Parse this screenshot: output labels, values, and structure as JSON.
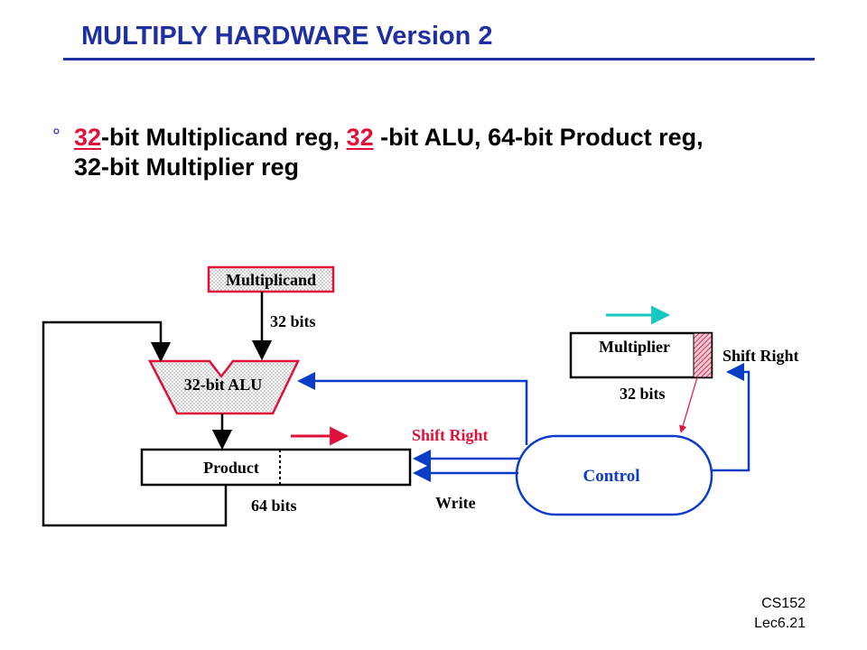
{
  "slide": {
    "title": "MULTIPLY HARDWARE Version 2",
    "bullet_symbol": "°",
    "bullet": {
      "part1": "32",
      "part2": "-bit Multiplicand reg, ",
      "part3": "32",
      "part4": " -bit ALU, 64-bit Product reg,",
      "line2": "32-bit Multiplier reg"
    },
    "footer": {
      "course": "CS152",
      "lecture": "Lec6.21"
    }
  },
  "diagram": {
    "multiplicand": "Multiplicand",
    "multiplicand_width": "32 bits",
    "alu": "32-bit ALU",
    "product": "Product",
    "product_width": "64 bits",
    "multiplier": "Multiplier",
    "multiplier_width": "32 bits",
    "control": "Control",
    "product_shift": "Shift Right",
    "write": "Write",
    "multiplier_shift": "Shift Right"
  },
  "colors": {
    "title": "#1f2f9f",
    "red": "#e0103a",
    "blue": "#0a3cc8",
    "teal": "#16c8c0"
  }
}
